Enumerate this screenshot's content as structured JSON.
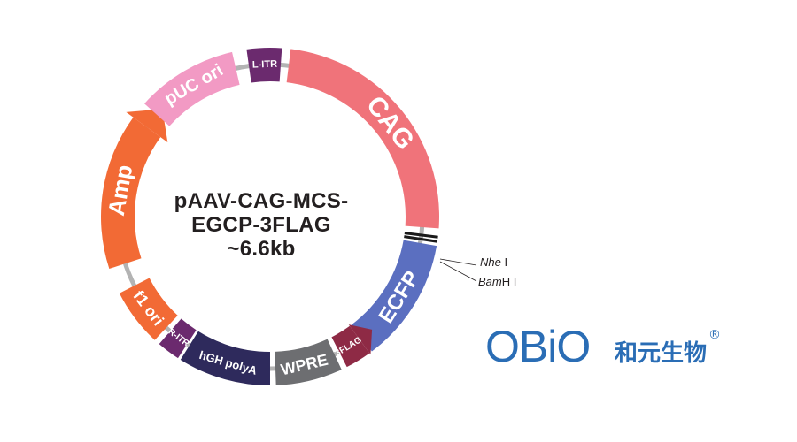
{
  "plasmid": {
    "name_line1": "pAAV-CAG-MCS-",
    "name_line2": "EGCP-3FLAG",
    "size": "~6.6kb"
  },
  "segments": [
    {
      "id": "l-itr",
      "label": "L-ITR",
      "color": "#6b2a6e"
    },
    {
      "id": "cag",
      "label": "CAG",
      "color": "#f0737a"
    },
    {
      "id": "ecfp",
      "label": "ECFP",
      "color": "#5b6fc0"
    },
    {
      "id": "3flag",
      "label": "3FLAG",
      "color": "#8e2a45"
    },
    {
      "id": "wpre",
      "label": "WPRE",
      "color": "#6d6e71"
    },
    {
      "id": "hgh",
      "label": "hGH polyA",
      "color": "#2e2a5c"
    },
    {
      "id": "r-itr",
      "label": "R-ITR",
      "color": "#6b2a6e"
    },
    {
      "id": "f1",
      "label": "f1 ori",
      "color": "#f26a35"
    },
    {
      "id": "amp",
      "label": "Amp",
      "color": "#f26a35"
    },
    {
      "id": "puc",
      "label": "pUC ori",
      "color": "#f29ac4"
    }
  ],
  "sites": [
    {
      "italic": "Nhe",
      "rest": " I"
    },
    {
      "italic": "Bam",
      "rest": "H I"
    }
  ],
  "logo": {
    "text": "OBiO",
    "chinese": "和元生物",
    "registered": "®"
  }
}
